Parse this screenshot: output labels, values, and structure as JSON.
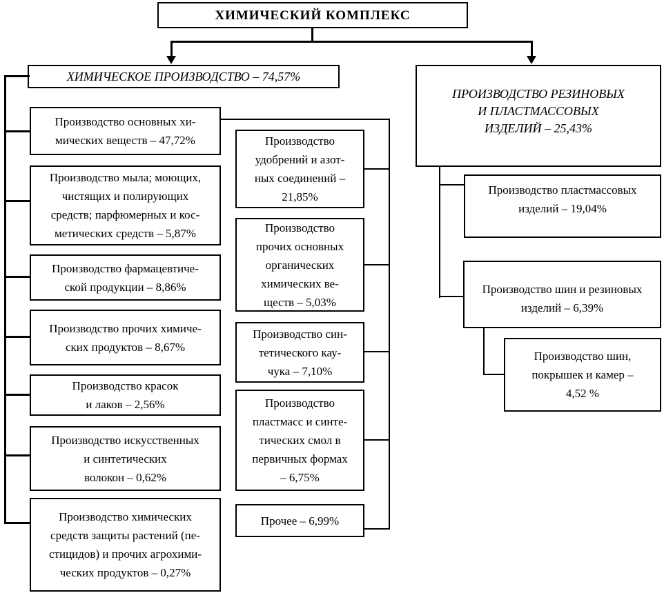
{
  "colors": {
    "background": "#ffffff",
    "line": "#000000",
    "text": "#000000"
  },
  "diagram": {
    "root": {
      "label": "ХИМИЧЕСКИЙ КОМПЛЕКС"
    },
    "left": {
      "header": {
        "label": "ХИМИЧЕСКОЕ ПРОИЗВОДСТВО – 74,57%",
        "value": "74,57%"
      },
      "children": [
        {
          "label": "Производство основных хи-\nмических веществ – 47,72%",
          "value": "47,72%",
          "children": [
            {
              "label": "Производство\nудобрений и азот-\nных соединений –\n21,85%",
              "value": "21,85%"
            },
            {
              "label": "Производство\nпрочих основных\nорганических\nхимических ве-\nществ – 5,03%",
              "value": "5,03%"
            },
            {
              "label": "Производство син-\nтетического кау-\nчука – 7,10%",
              "value": "7,10%"
            },
            {
              "label": "Производство\nпластмасс и синте-\nтических смол в\nпервичных формах\n– 6,75%",
              "value": "6,75%"
            },
            {
              "label": "Прочее – 6,99%",
              "value": "6,99%"
            }
          ]
        },
        {
          "label": "Производство мыла; моющих,\nчистящих и полирующих\nсредств; парфюмерных и кос-\nметических средств – 5,87%",
          "value": "5,87%"
        },
        {
          "label": "Производство фармацевтиче-\nской продукции – 8,86%",
          "value": "8,86%"
        },
        {
          "label": "Производство прочих химиче-\nских продуктов – 8,67%",
          "value": "8,67%"
        },
        {
          "label": "Производство красок\nи лаков – 2,56%",
          "value": "2,56%"
        },
        {
          "label": "Производство искусственных\nи синтетических\nволокон – 0,62%",
          "value": "0,62%"
        },
        {
          "label": "Производство химических\nсредств защиты растений (пе-\nстицидов) и прочих агрохими-\nческих продуктов – 0,27%",
          "value": "0,27%"
        }
      ]
    },
    "right": {
      "header": {
        "label": "ПРОИЗВОДСТВО РЕЗИНОВЫХ\nИ ПЛАСТМАССОВЫХ\nИЗДЕЛИЙ – 25,43%",
        "value": "25,43%"
      },
      "children": [
        {
          "label": "Производство пластмассовых\nизделий – 19,04%",
          "value": "19,04%"
        },
        {
          "label": "Производство шин и резиновых\nизделий – 6,39%",
          "value": "6,39%",
          "children": [
            {
              "label": "Производство шин,\nпокрышек и камер –\n4,52 %",
              "value": "4,52 %"
            }
          ]
        }
      ]
    }
  }
}
